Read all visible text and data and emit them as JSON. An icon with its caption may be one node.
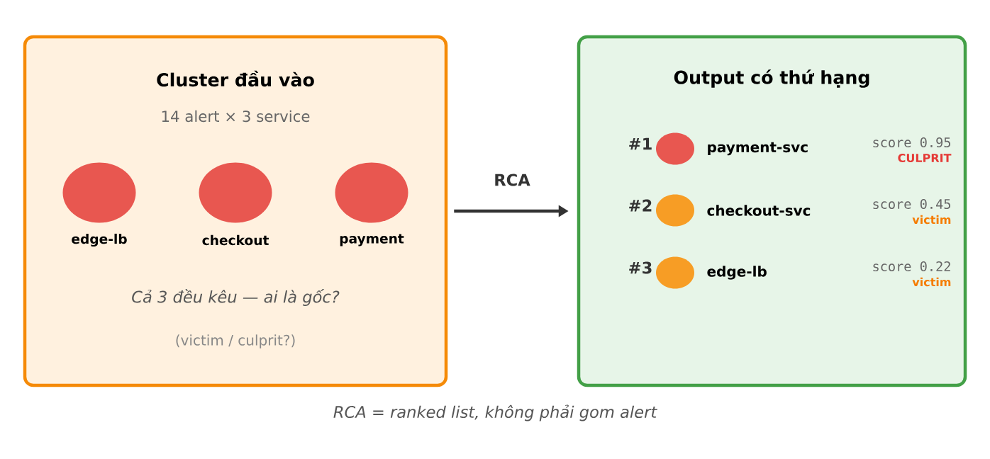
{
  "diagram": {
    "caption": "RCA = ranked list, không phải gom alert",
    "nodes": [
      {
        "text": [
          "Cluster đầu vào",
          "14 alert × 3 service",
          "Cả 3 đều kêu — ai là gốc?",
          "(victim / culprit?)"
        ]
      },
      {
        "text": [],
        "shape": "circle",
        "in": 0,
        "beside": [
          "edge-lb"
        ]
      },
      {
        "text": [],
        "shape": "circle",
        "in": 0,
        "beside": [
          "checkout"
        ]
      },
      {
        "text": [],
        "shape": "circle",
        "in": 0,
        "beside": [
          "payment"
        ]
      },
      {
        "text": [
          "Output có thứ hạng"
        ]
      },
      {
        "text": [],
        "shape": "circle",
        "in": 4,
        "beside": [
          "#1",
          "payment-svc",
          "score 0.95",
          "CULPRIT"
        ]
      },
      {
        "text": [],
        "shape": "circle",
        "in": 4,
        "beside": [
          "#2",
          "checkout-svc",
          "score 0.45",
          "victim"
        ]
      },
      {
        "text": [],
        "shape": "circle",
        "in": 4,
        "beside": [
          "#3",
          "edge-lb",
          "score 0.22",
          "victim"
        ]
      }
    ],
    "edges": [
      {
        "from": 0,
        "to": 4,
        "arrow": "to",
        "label": "RCA"
      }
    ]
  }
}
